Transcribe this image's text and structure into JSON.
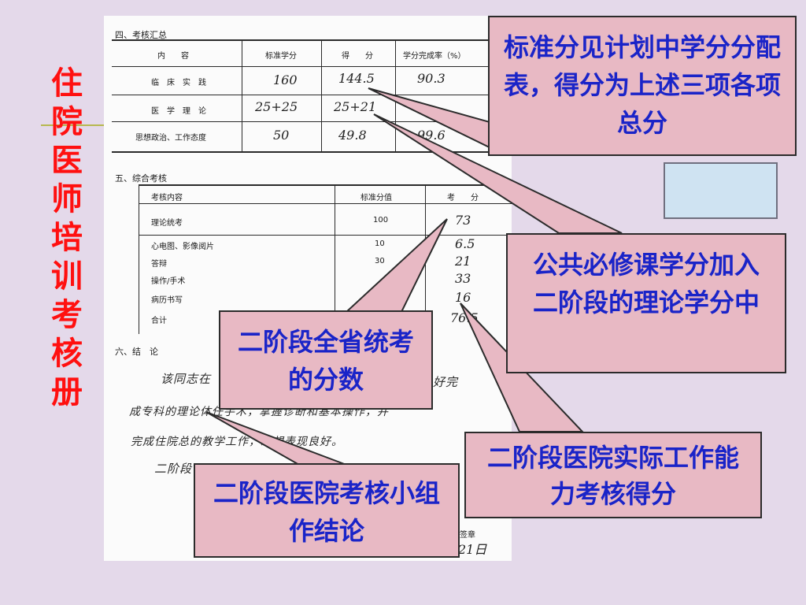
{
  "side_title": "住院医师培训考核册",
  "scan": {
    "section4": {
      "title": "四、考核汇总",
      "headers": [
        "内　　容",
        "标准学分",
        "得　　分",
        "学分完成率（%）"
      ],
      "rows": [
        {
          "label": "临　床　实　践",
          "standard": "160",
          "score": "144.5",
          "rate": "90.3"
        },
        {
          "label": "医　学　理　论",
          "standard": "25+25",
          "score": "25+21",
          "rate": ""
        },
        {
          "label": "思想政治、工作态度",
          "standard": "50",
          "score": "49.8",
          "rate": "99.6"
        }
      ]
    },
    "section5": {
      "title": "五、综合考核",
      "headers": [
        "考核内容",
        "标准分值",
        "考　　分"
      ],
      "rows": [
        {
          "label": "理论统考",
          "standard": "100",
          "score": "73"
        },
        {
          "label": "心电图、影像阅片",
          "standard": "10",
          "score": "6.5"
        },
        {
          "label": "答辩",
          "standard": "30",
          "score": "21"
        },
        {
          "label": "操作/手术",
          "standard": "",
          "score": "33"
        },
        {
          "label": "病历书写",
          "standard": "",
          "score": "16"
        },
        {
          "label": "合计",
          "standard": "",
          "score": "76.5"
        }
      ]
    },
    "section6": {
      "title": "六、结　论",
      "hw_lines": [
        "该同志在",
        "成专科的理论体任手术，掌握诊断和基本操作，并",
        "完成住院总的教学工作，思想表现良好。",
        "二阶段"
      ],
      "hw_fragment": "好完",
      "sign_label": "签章",
      "date_fragment": "21日"
    }
  },
  "callouts": {
    "credit_note": "标准分见计划中学分分配表，得分为上述三项各项总分",
    "public_course": "公共必修课学分加入二阶段的理论学分中",
    "provincial_exam": "二阶段全省统考的分数",
    "hospital_ability": "二阶段医院实际工作能力考核得分",
    "conclusion_group": "二阶段医院考核小组作结论"
  },
  "colors": {
    "background": "#e4d9ea",
    "title_red": "#ff1010",
    "callout_fill": "#e8b9c4",
    "callout_text": "#1a24c8",
    "blue_box": "#cfe3f2"
  }
}
